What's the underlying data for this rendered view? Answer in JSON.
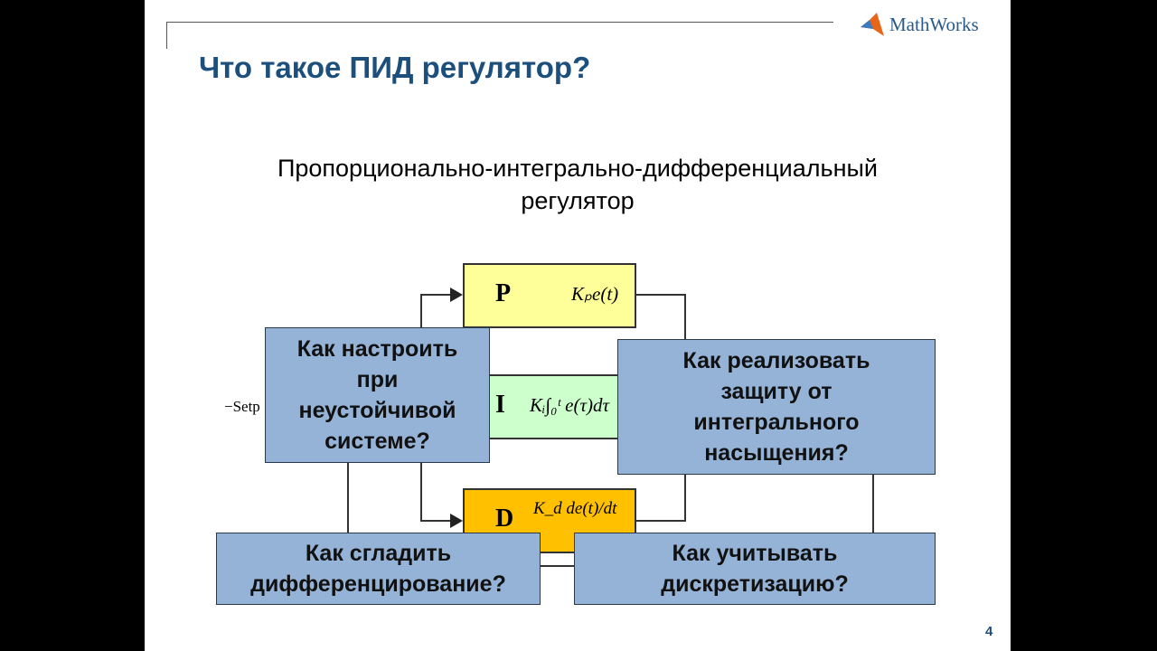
{
  "slide": {
    "title": "Что такое ПИД регулятор?",
    "subtitle_line1": "Пропорционально-интегрально-дифференциальный",
    "subtitle_line2": "регулятор",
    "logo": "MathWorks",
    "page_number": "4"
  },
  "diagram": {
    "setpoint_label": "−Setp",
    "blocks": [
      {
        "letter": "P",
        "formula": "Kₚe(t)",
        "color": "#ffff99"
      },
      {
        "letter": "I",
        "formula": "Kᵢ∫₀ᵗ e(τ)dτ",
        "color": "#ccffcc"
      },
      {
        "letter": "D",
        "formula": "K_d de(t)/dt",
        "color": "#ffc000"
      }
    ]
  },
  "questions": [
    "Как настроить\nпри\nнеустойчивой\nсистеме?",
    "Как реализовать\nзащиту от\nинтегрального\nнасыщения?",
    "Как сгладить\nдифференцирование?",
    "Как учитывать\nдискретизацию?"
  ]
}
